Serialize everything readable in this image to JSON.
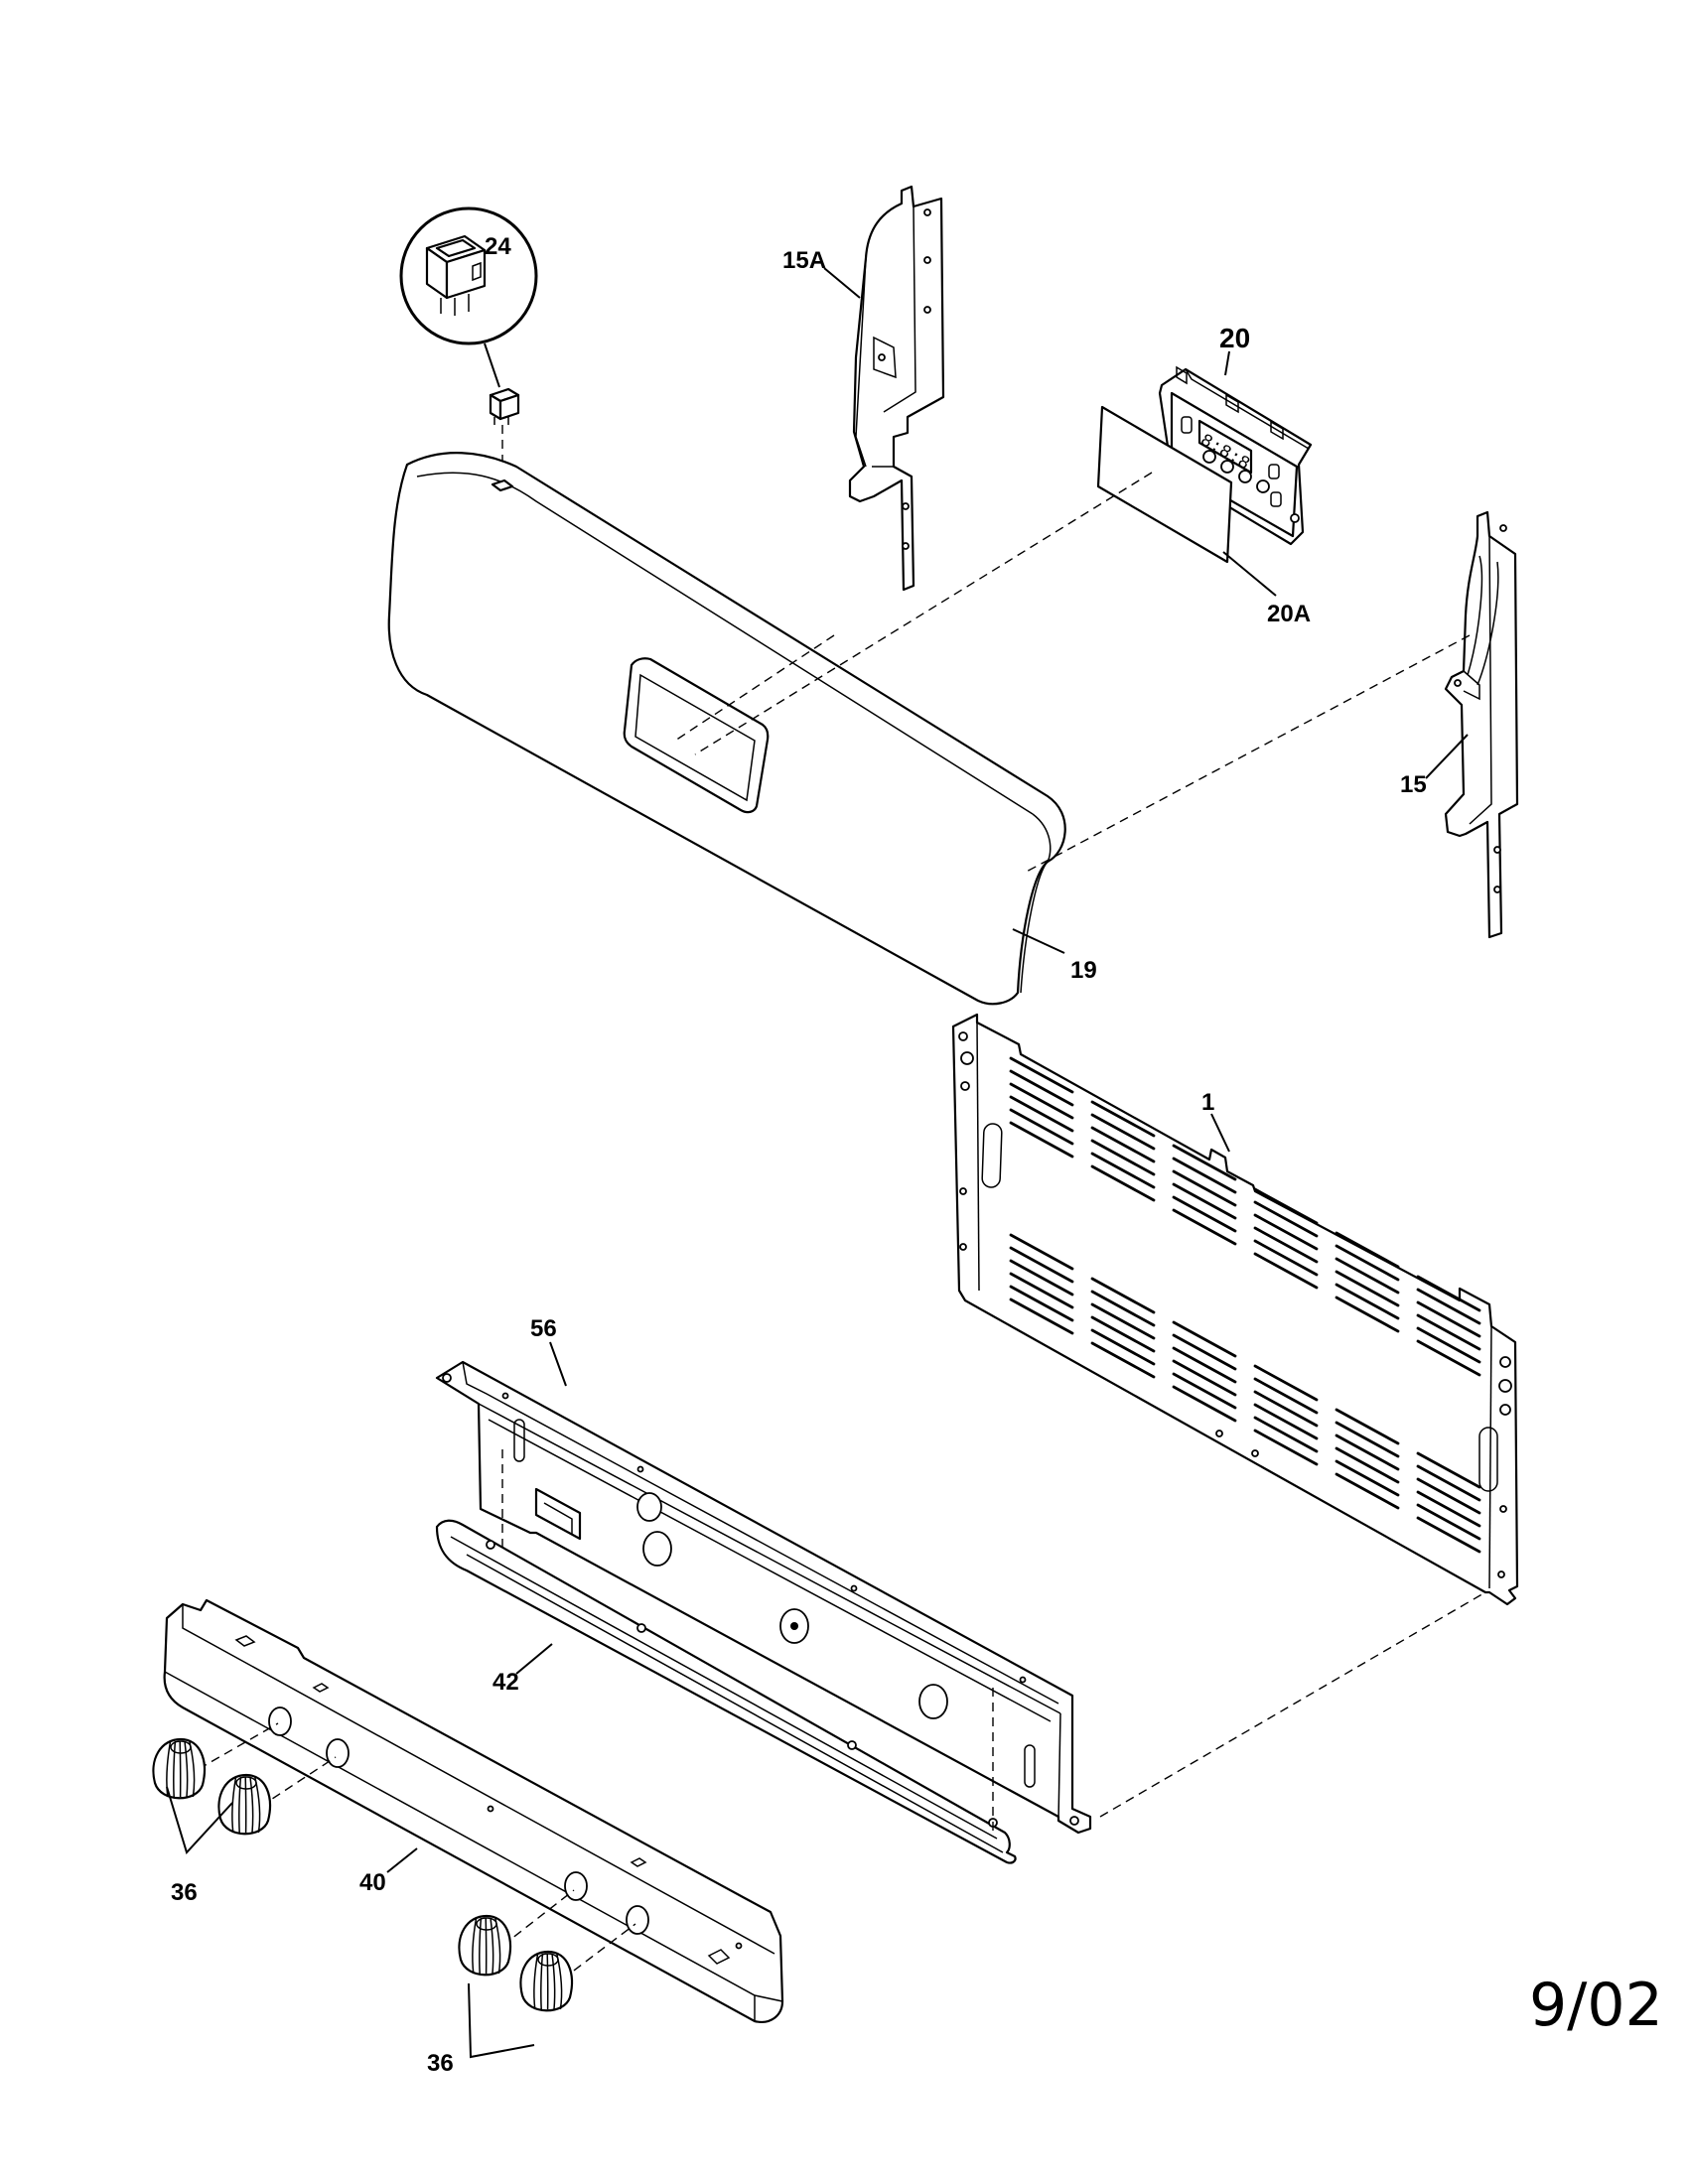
{
  "callouts": {
    "p24": "24",
    "p15a": "15A",
    "p20": "20",
    "p20a": "20A",
    "p15": "15",
    "p19": "19",
    "p1": "1",
    "p56": "56",
    "p42": "42",
    "p40": "40",
    "p36a": "36",
    "p36b": "36"
  },
  "date_stamp": "9/02",
  "clock_display": "8:8:8"
}
